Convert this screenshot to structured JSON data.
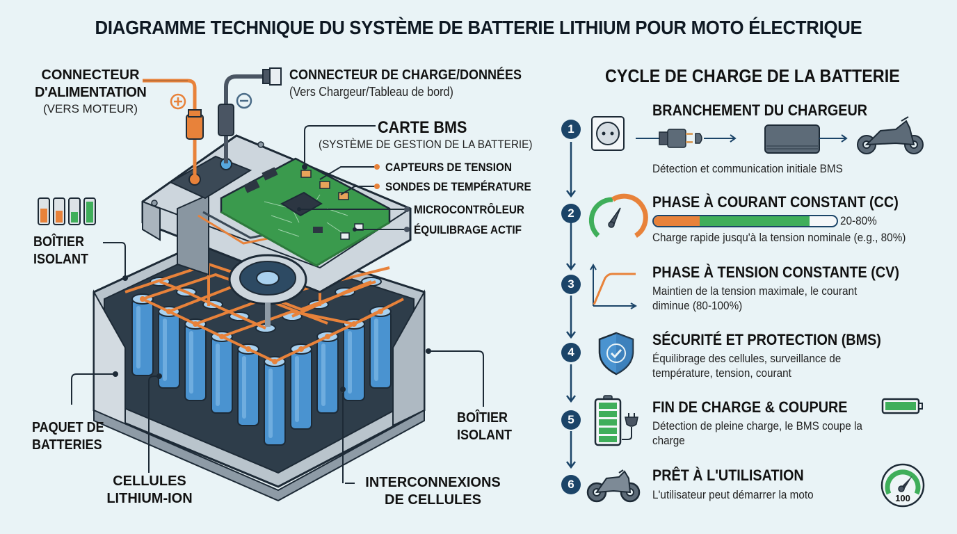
{
  "title": "DIAGRAMME TECHNIQUE DU SYSTÈME DE BATTERIE LITHIUM POUR MOTO ÉLECTRIQUE",
  "left": {
    "power_connector": {
      "line1": "CONNECTEUR",
      "line2": "D'ALIMENTATION",
      "sub": "(VERS MOTEUR)",
      "plus_symbol": "+",
      "minus_symbol": "−"
    },
    "charge_connector": {
      "title": "CONNECTEUR DE CHARGE/DONNÉES",
      "sub": "(Vers Chargeur/Tableau de bord)"
    },
    "bms": {
      "title": "CARTE BMS",
      "sub": "(SYSTÈME DE GESTION DE LA BATTERIE)",
      "items": [
        {
          "label": "CAPTEURS DE TENSION",
          "dot_color": "#e8823a"
        },
        {
          "label": "SONDES DE TEMPÉRATURE",
          "dot_color": "#e8823a"
        },
        {
          "label": "MICROCONTRÔLEUR",
          "dot_color": "#4a5563"
        },
        {
          "label": "ÉQUILIBRAGE ACTIF",
          "dot_color": "#4a5563"
        }
      ]
    },
    "case_left": {
      "line1": "BOÎTIER",
      "line2": "ISOLANT"
    },
    "pack": {
      "line1": "PAQUET DE",
      "line2": "BATTERIES"
    },
    "cells": {
      "line1": "CELLULES",
      "line2": "LITHIUM-ION"
    },
    "interconnects": {
      "line1": "INTERCONNEXIONS",
      "line2": "DE CELLULES"
    },
    "case_right": {
      "line1": "BOÎTIER",
      "line2": "ISOLANT"
    }
  },
  "right": {
    "title": "CYCLE DE CHARGE DE LA BATTERIE",
    "steps": [
      {
        "num": "1",
        "title": "BRANCHEMENT DU CHARGEUR",
        "desc": "Détection et communication initiale BMS"
      },
      {
        "num": "2",
        "title": "PHASE À COURANT CONSTANT (CC)",
        "range": "20-80%",
        "desc": "Charge rapide jusqu'à la tension nominale (e.g., 80%)"
      },
      {
        "num": "3",
        "title": "PHASE À TENSION CONSTANTE (CV)",
        "desc": "Maintien de la tension maximale, le courant diminue (80-100%)"
      },
      {
        "num": "4",
        "title": "SÉCURITÉ ET PROTECTION (BMS)",
        "desc": "Équilibrage des cellules, surveillance de température, tension, courant"
      },
      {
        "num": "5",
        "title": "FIN DE CHARGE & COUPURE",
        "desc": "Détection de pleine charge, le BMS coupe la charge"
      },
      {
        "num": "6",
        "title": "PRÊT À L'UTILISATION",
        "desc": "L'utilisateur peut démarrer la moto",
        "gauge_value": "100"
      }
    ]
  },
  "colors": {
    "background": "#e9f3f6",
    "navy": "#1b4468",
    "orange": "#e8823a",
    "green": "#3fae5a",
    "pcb_green": "#3a9a4d",
    "cell_blue": "#4a93d0",
    "case_grey": "#c9d2d9",
    "outline": "#1d2a36"
  }
}
